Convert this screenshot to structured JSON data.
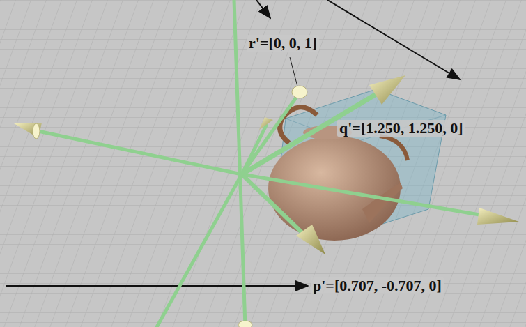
{
  "diagram": {
    "labels": [
      "r'=[0, 0, 1]",
      "q'=[1.250, 1.250, 0]",
      "p'=[0.707, -0.707, 0]"
    ]
  }
}
